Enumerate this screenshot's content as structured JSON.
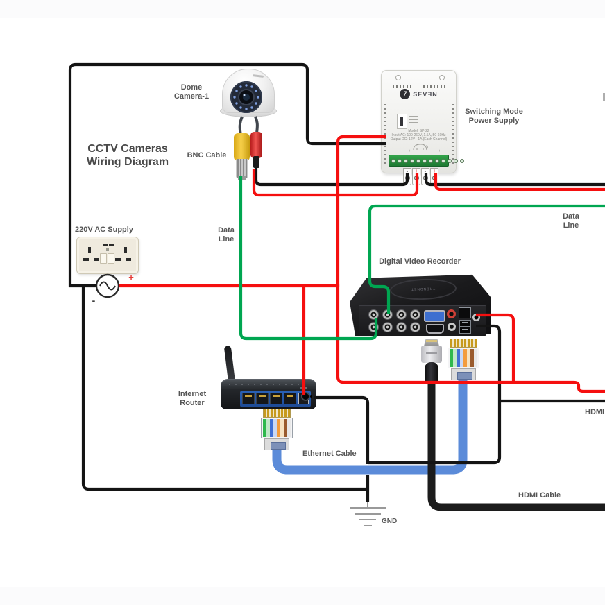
{
  "title": {
    "line1": "CCTV Cameras",
    "line2": "Wiring Diagram"
  },
  "labels": {
    "dome_camera": {
      "line1": "Dome",
      "line2": "Camera-1"
    },
    "bnc_cable": "BNC Cable",
    "ac_supply": "220V AC Supply",
    "data_line_left": {
      "line1": "Data",
      "line2": "Line"
    },
    "data_line_right": {
      "line1": "Data",
      "line2": "Line"
    },
    "psu": {
      "line1": "Switching Mode",
      "line2": "Power Supply"
    },
    "dvr": "Digital Video Recorder",
    "router": {
      "line1": "Internet",
      "line2": "Router"
    },
    "ethernet_cable": "Ethernet Cable",
    "hdmi_cable_bottom": "HDMI Cable",
    "hdmi_cable_right": "HDMI Cable",
    "gnd": "GND",
    "plus": "+",
    "minus": "-"
  },
  "devices": {
    "psu": {
      "brand_digit": "7",
      "brand": "SEVƎN",
      "model_line1": "Model: SP-22",
      "model_line2": "Input AC: 100-260V, 1.5A, 50-60Hz",
      "model_line3": "Output DC: 12V - 1A (Each Channel)",
      "polarity_row": "- + - + - + - + - + - +",
      "terminals": [
        "-",
        "+",
        "-",
        "+"
      ]
    },
    "dvr": {
      "brand": "TRENDNET"
    }
  },
  "wire_colors": {
    "power_positive_red": "#f50f0f",
    "power_negative_black": "#141414",
    "data_green": "#00a651",
    "ethernet_blue": "#5b8bd9",
    "hdmi_black": "#1c1c1c",
    "ground_symbol_gray": "#999999"
  }
}
